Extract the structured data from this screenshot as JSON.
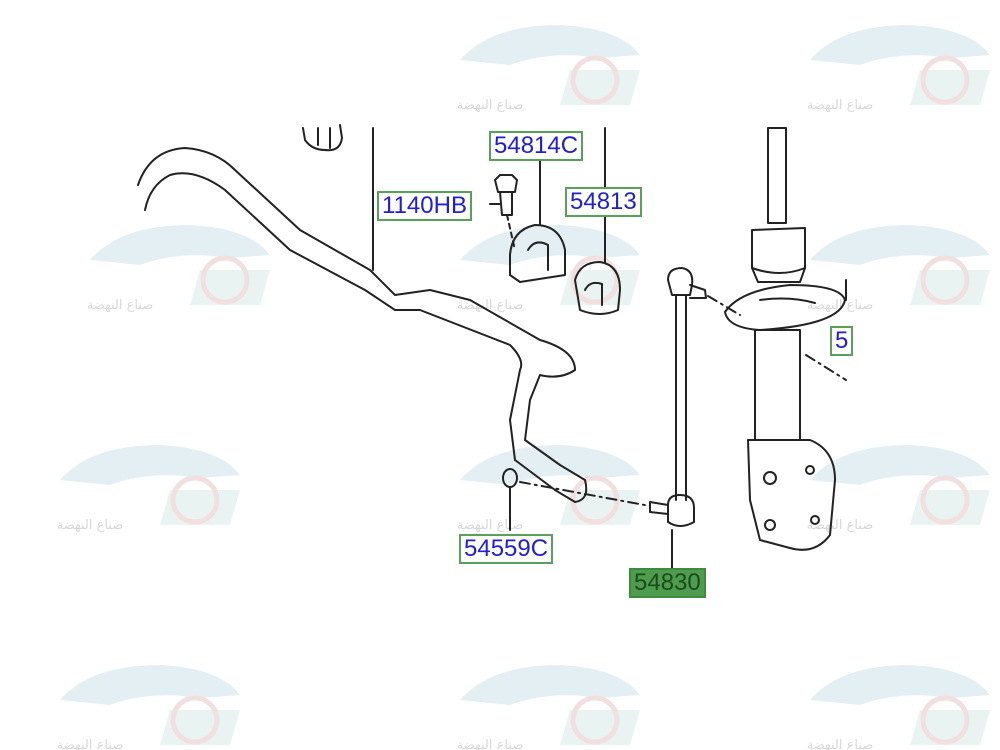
{
  "diagram": {
    "parts": [
      {
        "id": "54814C",
        "label": "54814C",
        "selected": false
      },
      {
        "id": "1140HB",
        "label": "1140HB",
        "selected": false
      },
      {
        "id": "54813",
        "label": "54813",
        "selected": false
      },
      {
        "id": "54559C",
        "label": "54559C",
        "selected": false
      },
      {
        "id": "54830",
        "label": "54830",
        "selected": true
      },
      {
        "id": "partial",
        "label": "5",
        "selected": false
      }
    ],
    "watermark_text": "صناع النهضة"
  },
  "colors": {
    "label_border": "#5aa05a",
    "label_text": "#2020d0",
    "selected_fill": "#4e9d4e",
    "line": "#222222"
  }
}
